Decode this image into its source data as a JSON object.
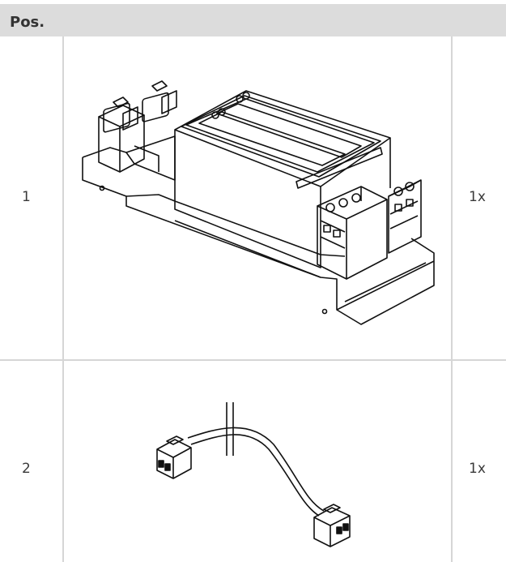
{
  "header": {
    "label": "Pos."
  },
  "rows": [
    {
      "pos": "1",
      "qty": "1x",
      "illustration": "din-rail-module-icon"
    },
    {
      "pos": "2",
      "qty": "1x",
      "illustration": "rj-patch-cable-icon"
    }
  ],
  "colors": {
    "header_bg": "#dcdcdc",
    "grid": "#d6d6d6",
    "text": "#3a3a3a"
  }
}
